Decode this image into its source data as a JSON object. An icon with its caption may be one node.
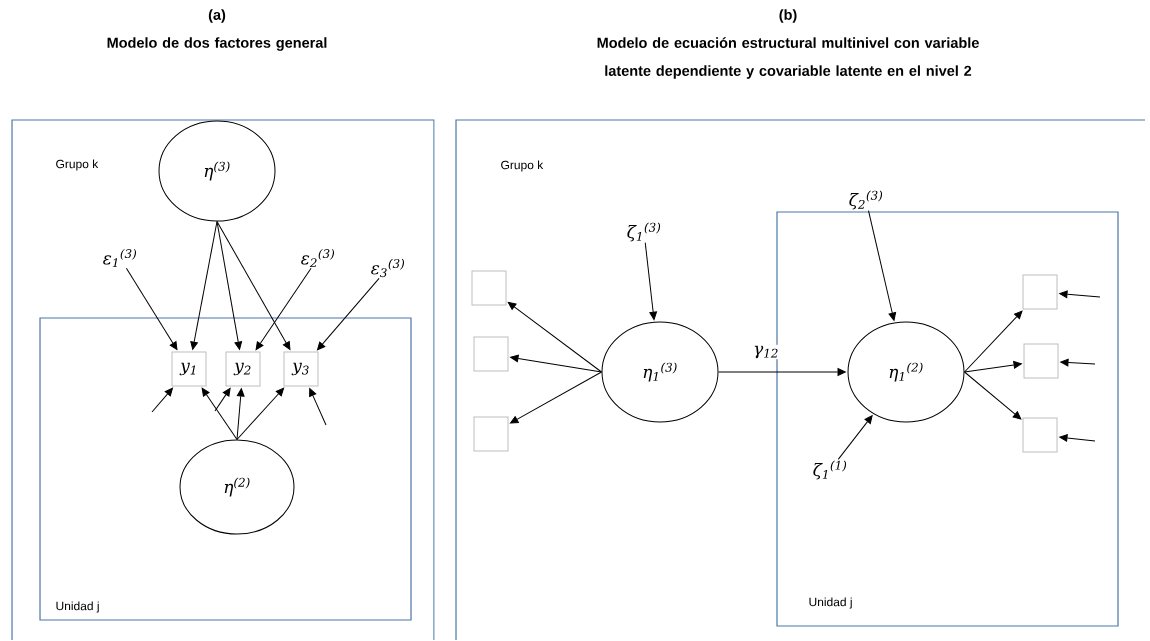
{
  "diagram": {
    "nodes": [
      {
        "text": [
          "Grupo k"
        ]
      },
      {
        "text": [
          "η$^{(3)}$"
        ],
        "in": 0
      },
      {
        "text": [
          "Unidad j"
        ],
        "in": 0
      },
      {
        "text": [
          "y$_{1}$"
        ],
        "in": 2
      },
      {
        "text": [
          "y$_{2}$"
        ],
        "in": 2
      },
      {
        "text": [
          "y$_{3}$"
        ],
        "in": 2
      },
      {
        "text": [
          "η$^{(2)}$"
        ],
        "in": 2
      },
      {
        "text": [
          "ε$_{1}$$^{(3)}$"
        ],
        "in": 0
      },
      {
        "text": [
          "ε$_{2}$$^{(3)}$"
        ],
        "in": 0
      },
      {
        "text": [
          "ε$_{3}$$^{(3)}$"
        ],
        "in": 0
      },
      {
        "text": [
          "Grupo k"
        ]
      },
      {
        "text": [],
        "shape": "box",
        "in": 10
      },
      {
        "text": [],
        "shape": "box",
        "in": 10
      },
      {
        "text": [],
        "shape": "box",
        "in": 10
      },
      {
        "text": [
          "η$_{1}$$^{(3)}$"
        ],
        "in": 10
      },
      {
        "text": [
          "ζ$_{1}$$^{(3)}$"
        ],
        "in": 10
      },
      {
        "text": [
          "Unidad j"
        ],
        "in": 10
      },
      {
        "text": [
          "ζ$_{2}$$^{(3)}$"
        ],
        "in": 10
      },
      {
        "text": [
          "η$_{1}$$^{(2)}$"
        ],
        "in": 16
      },
      {
        "text": [
          "ζ$_{1}$$^{(1)}$"
        ],
        "in": 16
      },
      {
        "text": [],
        "shape": "box",
        "in": 16
      },
      {
        "text": [],
        "shape": "box",
        "in": 16
      },
      {
        "text": [],
        "shape": "box",
        "in": 16
      }
    ],
    "edges": [
      {
        "from": 1,
        "to": 3,
        "arrow": "to"
      },
      {
        "from": 1,
        "to": 4,
        "arrow": "to"
      },
      {
        "from": 1,
        "to": 5,
        "arrow": "to"
      },
      {
        "from": 7,
        "to": 3,
        "arrow": "to"
      },
      {
        "from": 8,
        "to": 4,
        "arrow": "to"
      },
      {
        "from": 9,
        "to": 5,
        "arrow": "to"
      },
      {
        "from": null,
        "to": 3,
        "arrow": "to"
      },
      {
        "from": null,
        "to": 4,
        "arrow": "to"
      },
      {
        "from": null,
        "to": 5,
        "arrow": "to"
      },
      {
        "from": 6,
        "to": 3,
        "arrow": "to"
      },
      {
        "from": 6,
        "to": 4,
        "arrow": "to"
      },
      {
        "from": 6,
        "to": 5,
        "arrow": "to"
      },
      {
        "from": 14,
        "to": 11,
        "arrow": "to"
      },
      {
        "from": 14,
        "to": 12,
        "arrow": "to"
      },
      {
        "from": 14,
        "to": 13,
        "arrow": "to"
      },
      {
        "from": 15,
        "to": 14,
        "arrow": "to"
      },
      {
        "from": 14,
        "to": 18,
        "arrow": "to",
        "label": "γ$_{12}$"
      },
      {
        "from": 17,
        "to": 18,
        "arrow": "to"
      },
      {
        "from": 19,
        "to": 18,
        "arrow": "to"
      },
      {
        "from": 18,
        "to": 20,
        "arrow": "to"
      },
      {
        "from": 18,
        "to": 21,
        "arrow": "to"
      },
      {
        "from": 18,
        "to": 22,
        "arrow": "to"
      },
      {
        "from": null,
        "to": 20,
        "arrow": "to"
      },
      {
        "from": null,
        "to": 21,
        "arrow": "to"
      },
      {
        "from": null,
        "to": 22,
        "arrow": "to"
      }
    ],
    "labels": [
      "(a)",
      "Modelo de dos factores general",
      "(b)",
      "Modelo de ecuación estructural multinivel con variable latente dependiente y covariable latente en el nivel 2"
    ]
  }
}
